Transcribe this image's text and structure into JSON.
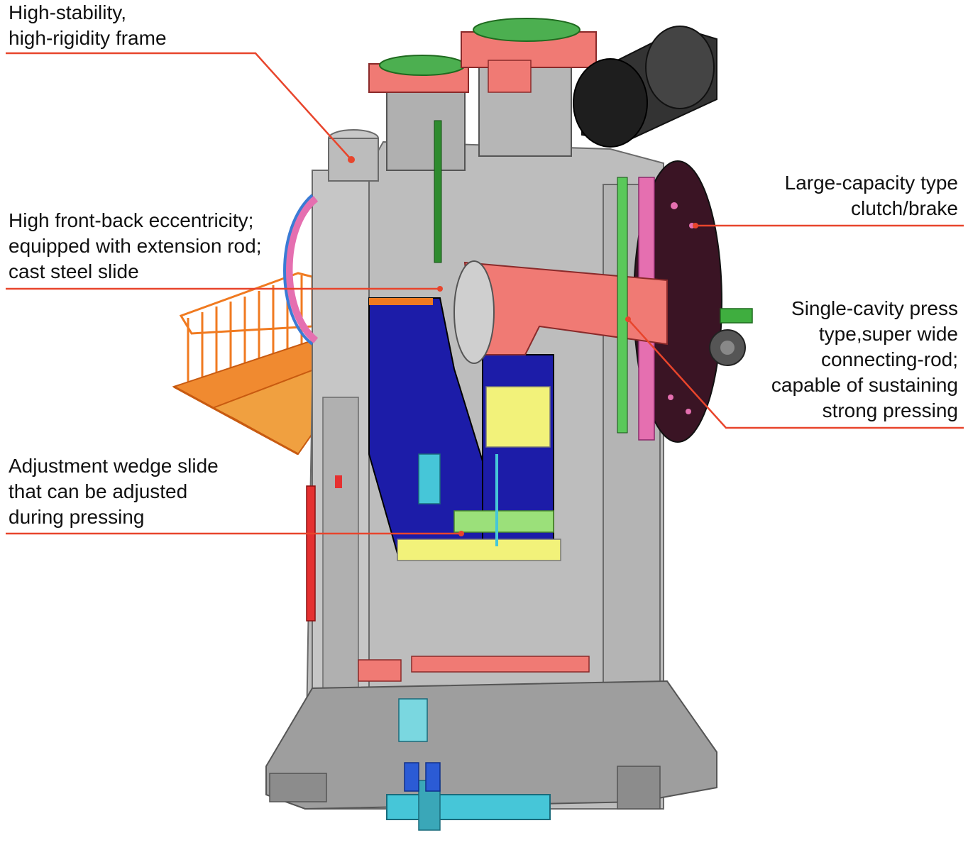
{
  "callouts": {
    "frame": "High-stability,\nhigh-rigidity frame",
    "eccentricity": "High front-back eccentricity;\nequipped with extension rod;\ncast steel slide",
    "wedge": "Adjustment wedge slide\nthat can be adjusted\nduring pressing",
    "clutch": "Large-capacity type\nclutch/brake",
    "connecting_rod": "Single-cavity press\ntype,super wide\nconnecting-rod;\ncapable of sustaining\nstrong pressing"
  },
  "colors": {
    "leader": "#e8452c",
    "frame_gray": "#b9b9b9",
    "frame_dark": "#8c8c8c",
    "slide_blue": "#1c1ca8",
    "rod_salmon": "#f07a74",
    "yellow": "#f2f27a",
    "green": "#3fae3f",
    "clutch_dark": "#3a1424",
    "pink": "#e56fb0",
    "cyan": "#46c6d8",
    "stairs_orange": "#f07a20",
    "black_drum": "#2a2a2a"
  }
}
